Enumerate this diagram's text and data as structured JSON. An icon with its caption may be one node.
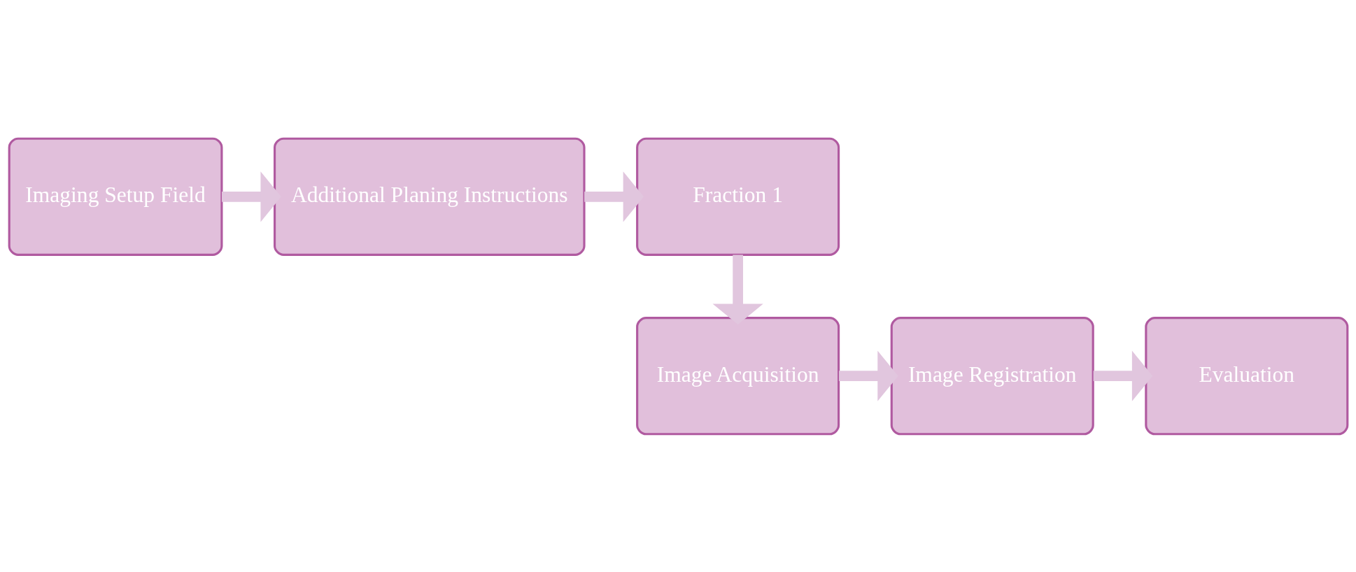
{
  "diagram": {
    "nodes": [
      {
        "text": [
          "Imaging Setup Field"
        ]
      },
      {
        "text": [
          "Additional Planing Instructions"
        ]
      },
      {
        "text": [
          "Fraction 1"
        ]
      },
      {
        "text": [
          "Image Acquisition"
        ]
      },
      {
        "text": [
          "Image Registration"
        ]
      },
      {
        "text": [
          "Evaluation"
        ]
      }
    ],
    "edges": [
      {
        "from": 0,
        "to": 1,
        "arrow": "to"
      },
      {
        "from": 1,
        "to": 2,
        "arrow": "to"
      },
      {
        "from": 2,
        "to": 3,
        "arrow": "to"
      },
      {
        "from": 3,
        "to": 4,
        "arrow": "to"
      },
      {
        "from": 4,
        "to": 5,
        "arrow": "to"
      }
    ]
  }
}
